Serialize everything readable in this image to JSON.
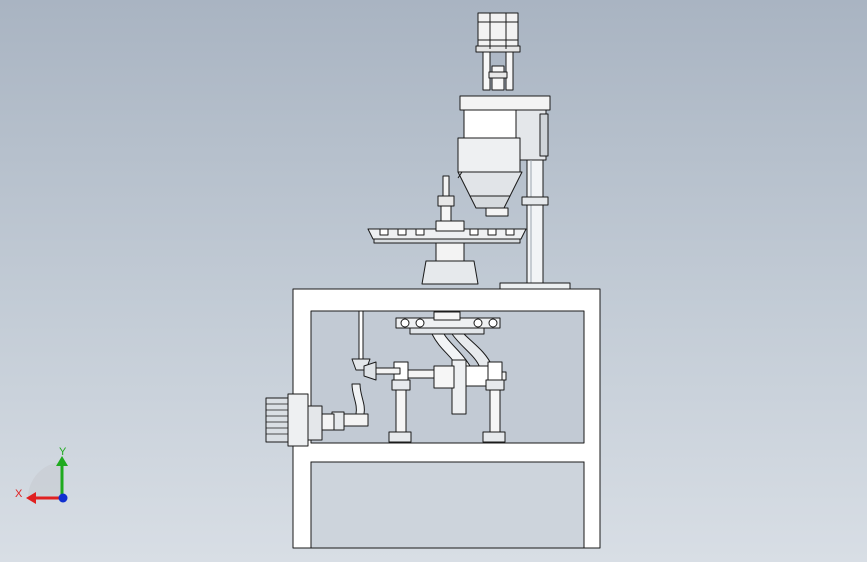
{
  "viewport": {
    "background_top": "#a9b4c2",
    "background_bottom": "#d8dee5",
    "line_color": "#1a1a1a",
    "part_fill": "#ffffff",
    "shade_fill": "#d9dde2"
  },
  "triad": {
    "x_label": "X",
    "y_label": "Y",
    "x_color": "#e02020",
    "y_color": "#1faa1f",
    "z_color": "#1030d0"
  },
  "parts": [
    "motor-top",
    "hopper",
    "support-column",
    "turntable",
    "base-frame",
    "gearbox",
    "side-motor"
  ]
}
